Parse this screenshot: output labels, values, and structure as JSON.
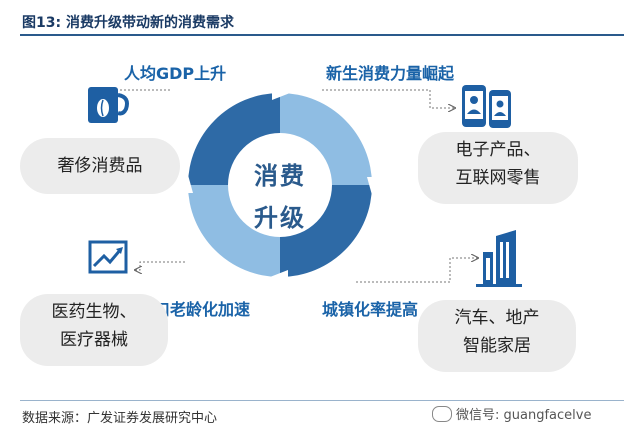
{
  "header": {
    "title": "图13:  消费升级带动新的消费需求"
  },
  "center": {
    "line1": "消费",
    "line2": "升级"
  },
  "drivers": {
    "top_left": "人均GDP上升",
    "top_right": "新生消费力量崛起",
    "bottom_left": "人口老龄化加速",
    "bottom_right": "城镇化率提高"
  },
  "categories": {
    "luxury": "奢侈消费品",
    "electronics": {
      "line1": "电子产品、",
      "line2": "互联网零售"
    },
    "medical": {
      "line1": "医药生物、",
      "line2": "医疗器械"
    },
    "auto": {
      "line1": "汽车、地产",
      "line2": "智能家居"
    }
  },
  "footer": {
    "source": "数据来源：广发证券发展研究中心",
    "wechat": "微信号: guangfacelve"
  },
  "colors": {
    "dark_blue": "#2e6aa6",
    "light_blue": "#8fbde3",
    "text_blue": "#1a63a8"
  }
}
